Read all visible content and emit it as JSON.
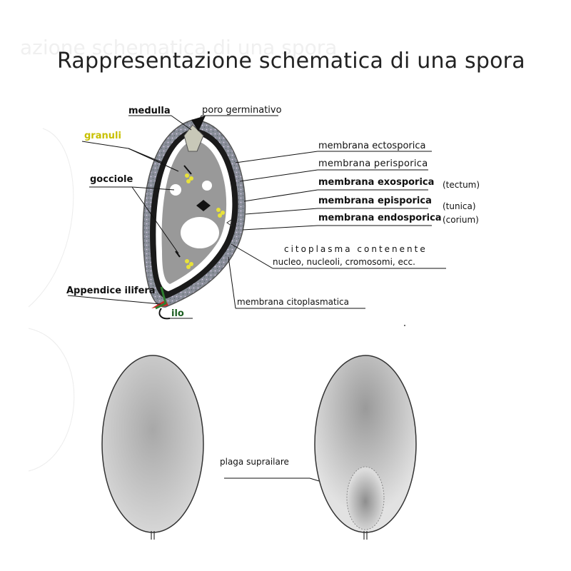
{
  "title": "Rappresentazione schematica di una spora",
  "faded_title": "azione schematica di una spora",
  "labels": {
    "medulla": "medulla",
    "poro_germinativo": "poro germinativo",
    "granuli": "granuli",
    "gocciole": "gocciole",
    "appendice_ilifera": "Appendice ilifera",
    "ilo": "ilo",
    "membrana_ectosporica": "membrana ectosporica",
    "membrana_perisporica": "membrana perisporica",
    "membrana_exosporica": "membrana exosporica",
    "tectum": "(tectum)",
    "membrana_episporica": "membrana episporica",
    "tunica": "(tunica)",
    "membrana_endosporica": "membrana endosporica",
    "corium": "(corium)",
    "citoplasma_line1": "citoplasma contenente",
    "citoplasma_line2": "nucleo, nucleoli, cromosomi, ecc.",
    "membrana_citoplasmatica": "membrana citoplasmatica",
    "plaga_suprailare": "plaga suprailare"
  },
  "colors": {
    "granuli_text": "#c8c000",
    "granuli_dots": "#e8e23a",
    "cytoplasm": "#9a9a9a",
    "appendix_green": "#2f7d2f",
    "appendix_red": "#cc2222"
  }
}
